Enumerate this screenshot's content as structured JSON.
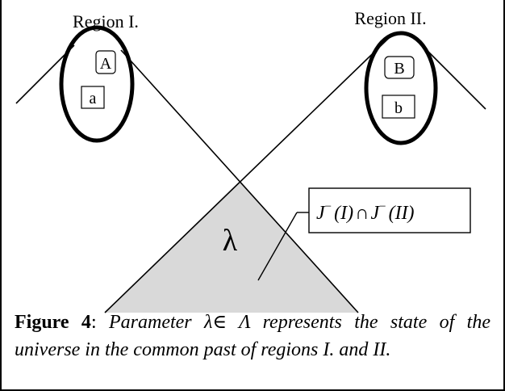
{
  "regions": {
    "region1_title": "Region I.",
    "region2_title": "Region II.",
    "box_A": "A",
    "box_a": "a",
    "box_B": "B",
    "box_b": "b"
  },
  "overlap": {
    "symbol": "λ",
    "J1": "J",
    "sup1": "−",
    "arg1": "(I)",
    "cap": "∩",
    "J2": "J",
    "sup2": "−",
    "arg2": "(II)"
  },
  "caption": {
    "label": "Figure 4",
    "separator": ": ",
    "text": "Parameter λ∈ Λ represents the state of the universe in the common past of regions I. and II."
  },
  "colors": {
    "shade": "#d9d9d9",
    "ink": "#000000"
  }
}
